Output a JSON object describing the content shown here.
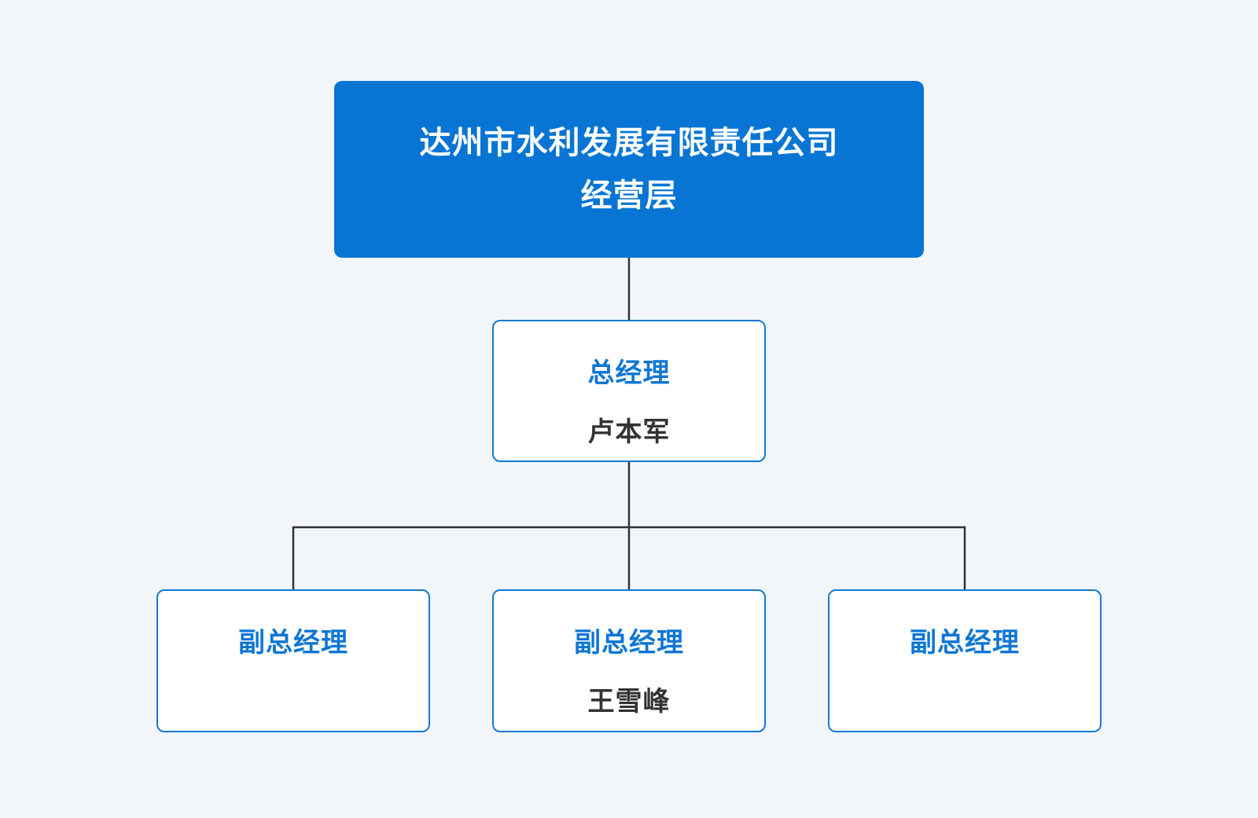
{
  "page": {
    "background_color": "#f2f6fb"
  },
  "colors": {
    "primary_blue": "#0875d4",
    "card_border_blue": "#1478d6",
    "title_text_blue": "#0e76d4",
    "name_text": "#333333",
    "connector": "#333333",
    "root_text": "#ffffff",
    "card_background": "#ffffff"
  },
  "org_chart": {
    "root": {
      "title_line1": "达州市水利发展有限责任公司",
      "title_line2": "经营层"
    },
    "general_manager": {
      "title": "总经理",
      "name": "卢本军"
    },
    "deputies": [
      {
        "title": "副总经理",
        "name": ""
      },
      {
        "title": "副总经理",
        "name": "王雪峰"
      },
      {
        "title": "副总经理",
        "name": ""
      }
    ]
  }
}
